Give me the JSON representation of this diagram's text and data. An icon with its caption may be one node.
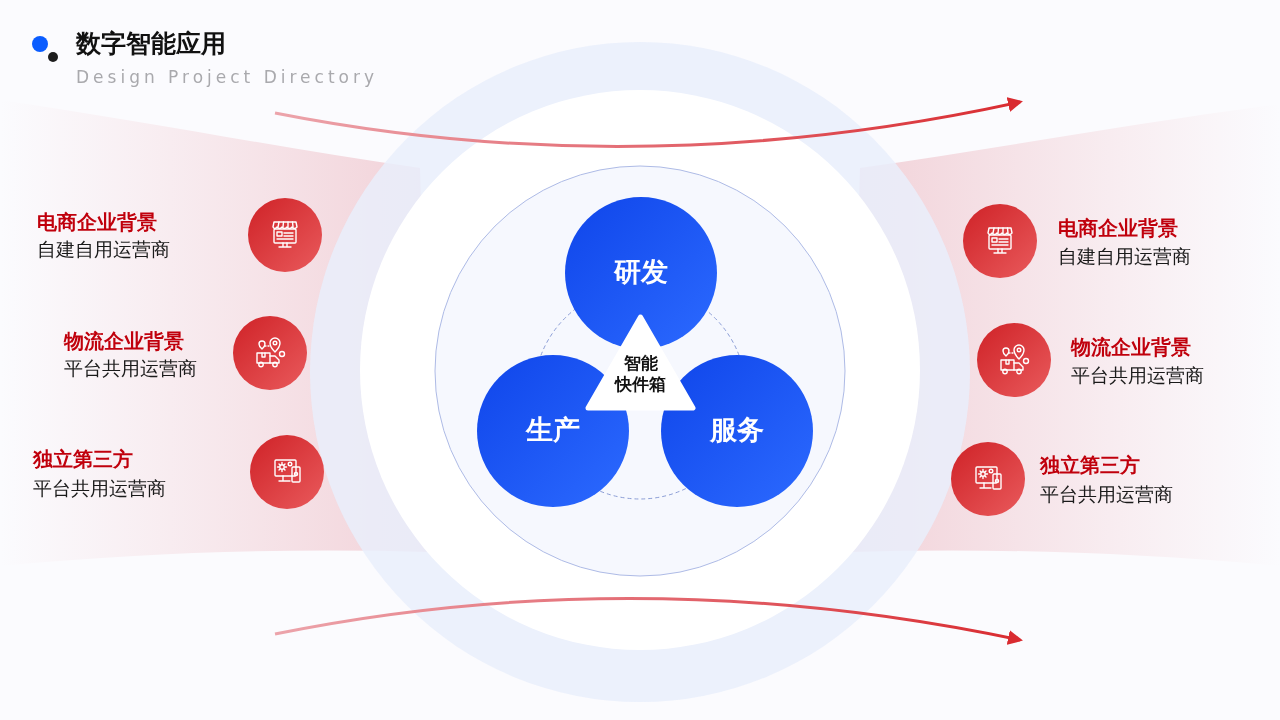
{
  "diagram": {
    "title": "数字智能应用",
    "nodes": [
      {
        "text": [
          "研发"
        ]
      },
      {
        "text": [
          "智能快件箱"
        ]
      },
      {
        "text": [
          "生产"
        ]
      },
      {
        "text": [
          "服务"
        ]
      }
    ],
    "labels": [
      "Design Project Directory",
      "电商企业背景",
      "自建自用运营商",
      "电商企业背景",
      "自建自用运营商",
      "物流企业背景",
      "平台共用运营商",
      "物流企业背景",
      "平台共用运营商",
      "独立第三方",
      "平台共用运营商",
      "独立第三方",
      "平台共用运营商"
    ]
  }
}
